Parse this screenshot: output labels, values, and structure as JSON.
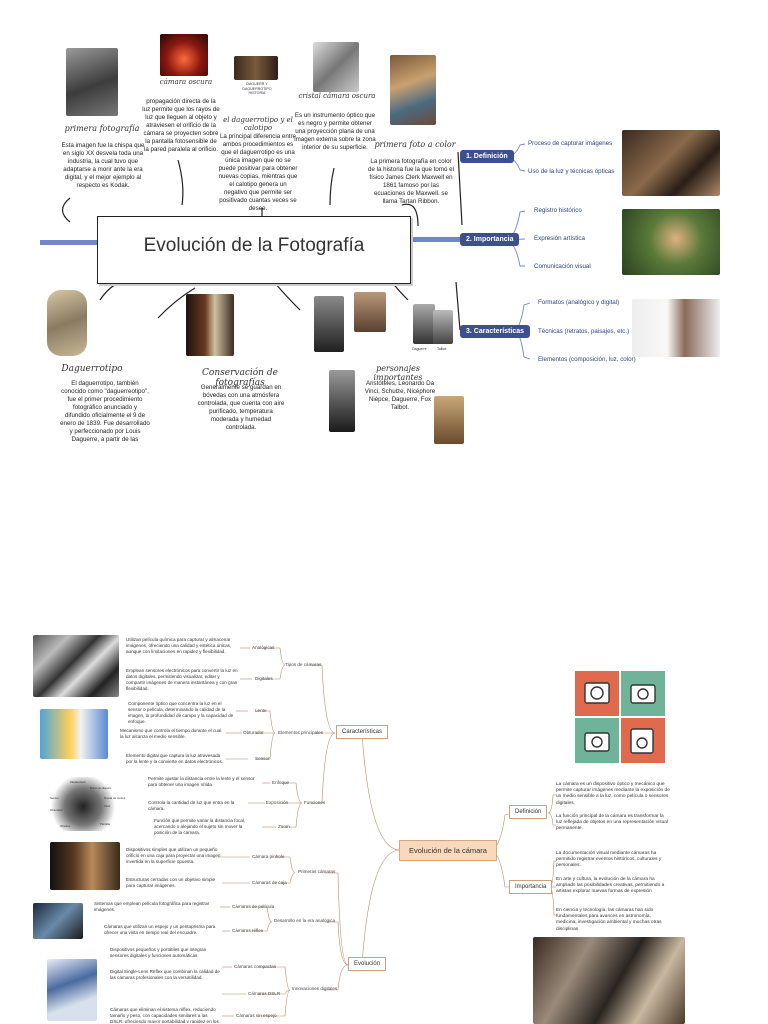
{
  "poster1": {
    "main_title": "Evolución de la Fotografía",
    "top_captions": {
      "primera_fotografia": {
        "title": "primera fotografía",
        "text": "Esta imagen fue la chispa que en siglo XX desvela toda una industria, la cual tuvo que adaptarse a morir ante la era digital, y el mejor ejemplo al respecto es Kodak."
      },
      "camara_oscura": {
        "title": "cámara oscura",
        "text": "propagación directa de la luz permite que los rayos de luz que lleguen al objeto y atraviesen el orificio de la cámara se proyecten sobre la pantalla fotosensible de la pared paralela al orificio."
      },
      "daguerrotipo_calotipo": {
        "title": "el daguerrotipo y el calotipo",
        "text": "La principal diferencia entre ambos procedimientos es que el daguerrotipo es una única imagen que no se puede positivar para obtener nuevas copias, mientras que el calotipo genera un negativo que permite ser positivado cuantas veces se desee."
      },
      "daguerrotipo_historia_label": "DAGUERR Y DAGUERROTIPO HISTORIA",
      "cristal_camara_oscura": {
        "title": "cristal cámara oscura",
        "text": "Es un instrumento óptico que es negro y permite obtener una proyección plana de una imagen externa sobre la zona interior de su superficie."
      },
      "primera_foto_color": {
        "title": "primera foto a color",
        "text": "La primera fotografía en color de la historia fue la que tomó el físico James Clerk Maxwell en 1861 famoso por las ecuaciones de Maxwell. se llama Tartan Ribbon."
      }
    },
    "bottom_captions": {
      "daguerrotipo": {
        "title": "Daguerrotipo",
        "text": "El daguerrotipo, también conocido como \"daguerreotipo\", fue el primer procedimiento fotográfico anunciado y difundido oficialmente el 9 de enero de 1839. Fue desarrollado y perfeccionado por Louis Daguerre, a partir de las"
      },
      "conservacion": {
        "title": "Conservación de fotografías",
        "text": "Generalmente se guardan en bóvedas con una atmósfera controlada, que cuenta con aire purificado, temperatura moderada y humedad controlada."
      },
      "personajes": {
        "title": "personajes importantes",
        "text": "Aristóteles, Leonardo Da Vinci, Schulze, Nicéphore Niépce, Daguerre, Fox Talbot."
      },
      "photo_labels": [
        "Daguerre",
        "Talbot"
      ]
    },
    "right_panel": [
      {
        "badge": "1. Definición",
        "items": [
          "Proceso de capturar imágenes",
          "Uso de la luz y técnicas ópticas"
        ]
      },
      {
        "badge": "2. Importancia",
        "items": [
          "Registro histórico",
          "Expresión artística",
          "Comunicación visual"
        ]
      },
      {
        "badge": "3. Características",
        "items": [
          "Formatos (analógico y digital)",
          "Técnicas (retratos, paisajes, etc.)",
          "Elementos (composición, luz, color)"
        ]
      }
    ],
    "colors": {
      "accent_blue": "#3d4f8c",
      "bar_blue": "#6f86c9"
    }
  },
  "poster2": {
    "center": "Evolución de la cámara",
    "left_main": [
      "Características",
      "Evolución"
    ],
    "caracteristicas": {
      "tipos": {
        "label": "Tipos de cámaras",
        "items": [
          {
            "name": "Analógicas",
            "text": "Utilizan película química para capturar y almacenar imágenes, ofreciendo una calidad y estética únicas, aunque con limitaciones en rapidez y flexibilidad."
          },
          {
            "name": "Digitales",
            "text": "Emplean sensores electrónicos para convertir la luz en datos digitales, permitiendo visualizar, editar y compartir imágenes de manera instantánea y con gran flexibilidad."
          }
        ]
      },
      "elementos": {
        "label": "Elementos principales",
        "items": [
          {
            "name": "Lente",
            "text": "Componente óptico que concentra la luz en el sensor o película, determinando la calidad de la imagen, la profundidad de campo y la capacidad de enfoque."
          },
          {
            "name": "Obturador",
            "text": "Mecanismo que controla el tiempo durante el cual la luz alcanza el medio sensible."
          },
          {
            "name": "Sensor",
            "text": "Elemento digital que captura la luz atravesada por la lente y la convierte en datos electrónicos."
          }
        ]
      },
      "funciones": {
        "label": "Funciones",
        "items": [
          {
            "name": "Enfoque",
            "text": "Permite ajustar la distancia entre la lente y el sensor para obtener una imagen nítida."
          },
          {
            "name": "Exposición",
            "text": "Controla la cantidad de luz que entra en la cámara."
          },
          {
            "name": "Zoom",
            "text": "Función que permite variar la distancia focal, acercando o alejando el sujeto sin mover la posición de la cámara."
          }
        ]
      }
    },
    "evolucion": {
      "primeras": {
        "label": "Primeras cámaras",
        "items": [
          {
            "name": "Cámara pinhole",
            "text": "Dispositivos simples que utilizan un pequeño orificio en una caja para proyectar una imagen invertida en la superficie opuesta."
          },
          {
            "name": "Cámaras de caja",
            "text": "Estructuras cerradas con un objetivo simple para capturar imágenes."
          }
        ]
      },
      "analogica": {
        "label": "Desarrollo en la era analógica",
        "items": [
          {
            "name": "Cámaras de película",
            "text": "Sistemas que emplean película fotográfica para registrar imágenes."
          },
          {
            "name": "Cámaras réflex",
            "text": "Cámaras que utilizan un espejo y un pentaprisma para ofrecer una vista en tiempo real del encuadre."
          }
        ]
      },
      "digitales": {
        "label": "Innovaciones digitales",
        "items": [
          {
            "name": "Cámaras compactas",
            "text": "Dispositivos pequeños y portátiles que integran sensores digitales y funciones automáticas."
          },
          {
            "name": "Cámaras DSLR",
            "text": "Digital Single-Lens Reflex que combinan la calidad de las cámaras profesionales con la versatilidad."
          },
          {
            "name": "Cámaras sin espejo",
            "text": "Cámaras que eliminan el sistema réflex, reduciendo tamaño y peso, con capacidades similares a las DSLR, ofreciendo mayor portabilidad y rapidez en los temas."
          }
        ]
      }
    },
    "right": {
      "definicion": {
        "label": "Definición",
        "texts": [
          "La cámara es un dispositivo óptico y mecánico que permite capturar imágenes mediante la exposición de un medio sensible a la luz, como película o sensores digitales.",
          "La función principal de la cámara es transformar la luz reflejada de objetos en una representación visual permanente."
        ]
      },
      "importancia": {
        "label": "Importancia",
        "texts": [
          "La documentación visual mediante cámaras ha permitido registrar eventos históricos, culturales y personales.",
          "En arte y cultura, la evolución de la cámara ha ampliado las posibilidades creativas, permitiendo a artistas explorar nuevas formas de expresión",
          "En ciencia y tecnología, las cámaras han sido fundamentales para avances en astronomía, medicina, investigación ambiental y muchas otras disciplinas"
        ]
      }
    },
    "camera_diagram_labels": [
      "Zapata flash",
      "Botón de disparo",
      "Sensor",
      "Obturador",
      "Objetivo",
      "Visor",
      "Rueda de modos",
      "Pantalla"
    ],
    "tile_colors": [
      "#e06a4e",
      "#6fb39a",
      "#6fb39a",
      "#e06a4e"
    ]
  }
}
